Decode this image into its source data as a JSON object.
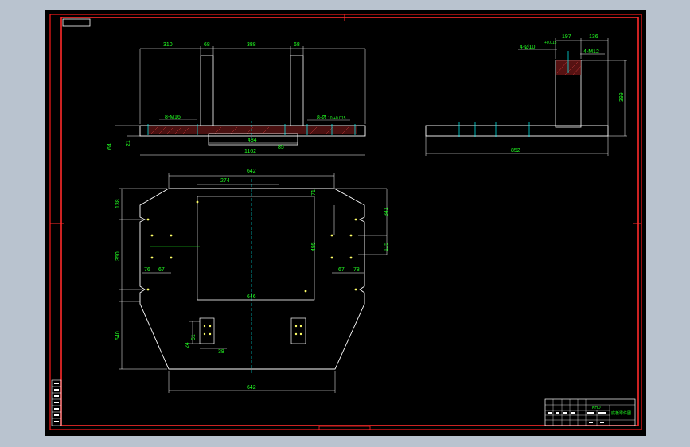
{
  "drawing": {
    "front_view": {
      "dims_top": [
        "310",
        "68",
        "388",
        "68"
      ],
      "dim_overall": "1162",
      "dim_slot": "484",
      "dim_step": "85",
      "dim_left_a": "64",
      "dim_left_b": "21",
      "callout_left": "8-M16",
      "callout_right": "8-Ø",
      "callout_right_tol": "10 +0.015",
      "callout_right_tol2": "0"
    },
    "side_view": {
      "dim_a": "197",
      "dim_b": "136",
      "dim_height": "399",
      "dim_width": "852",
      "callout_hole": "4-Ø10",
      "callout_hole_tol": "+0.015",
      "callout_thread": "4-M12"
    },
    "plan_view": {
      "dim_top_width": "642",
      "dim_offset": "274",
      "dim_corner": "71",
      "dim_left_top": "138",
      "dim_left_mid": "350",
      "dim_left_bottom": "540",
      "dim_hole_a": "76",
      "dim_hole_b": "67",
      "dim_right_top": "341",
      "dim_right_mid": "495",
      "dim_right_small": "115",
      "dim_hole_c": "67",
      "dim_hole_d": "78",
      "dim_inner_width": "646",
      "dim_bottom_width": "642",
      "dim_pad_a": "51",
      "dim_pad_b": "24",
      "dim_pad_c": "38"
    },
    "title_block": {
      "label_a": "KHD",
      "label_b": "底板零件图"
    }
  }
}
